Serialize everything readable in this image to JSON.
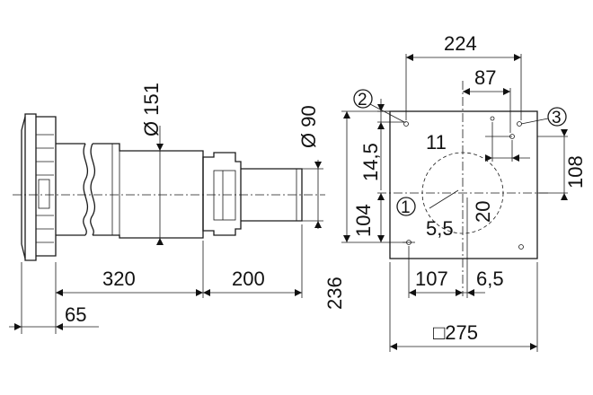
{
  "dimensions": {
    "side_total_left": "65",
    "side_length_320": "320",
    "side_length_200": "200",
    "side_height_236": "236",
    "dia_151": "Ø 151",
    "dia_90": "Ø 90",
    "plate_224": "224",
    "plate_87": "87",
    "plate_14_5": "14,5",
    "plate_11": "11",
    "plate_108": "108",
    "plate_104": "104",
    "plate_5_5": "5,5",
    "plate_20": "20",
    "plate_107": "107",
    "plate_6_5": "6,5",
    "plate_275": "□275"
  },
  "callouts": {
    "one": "1",
    "two": "2",
    "three": "3"
  }
}
